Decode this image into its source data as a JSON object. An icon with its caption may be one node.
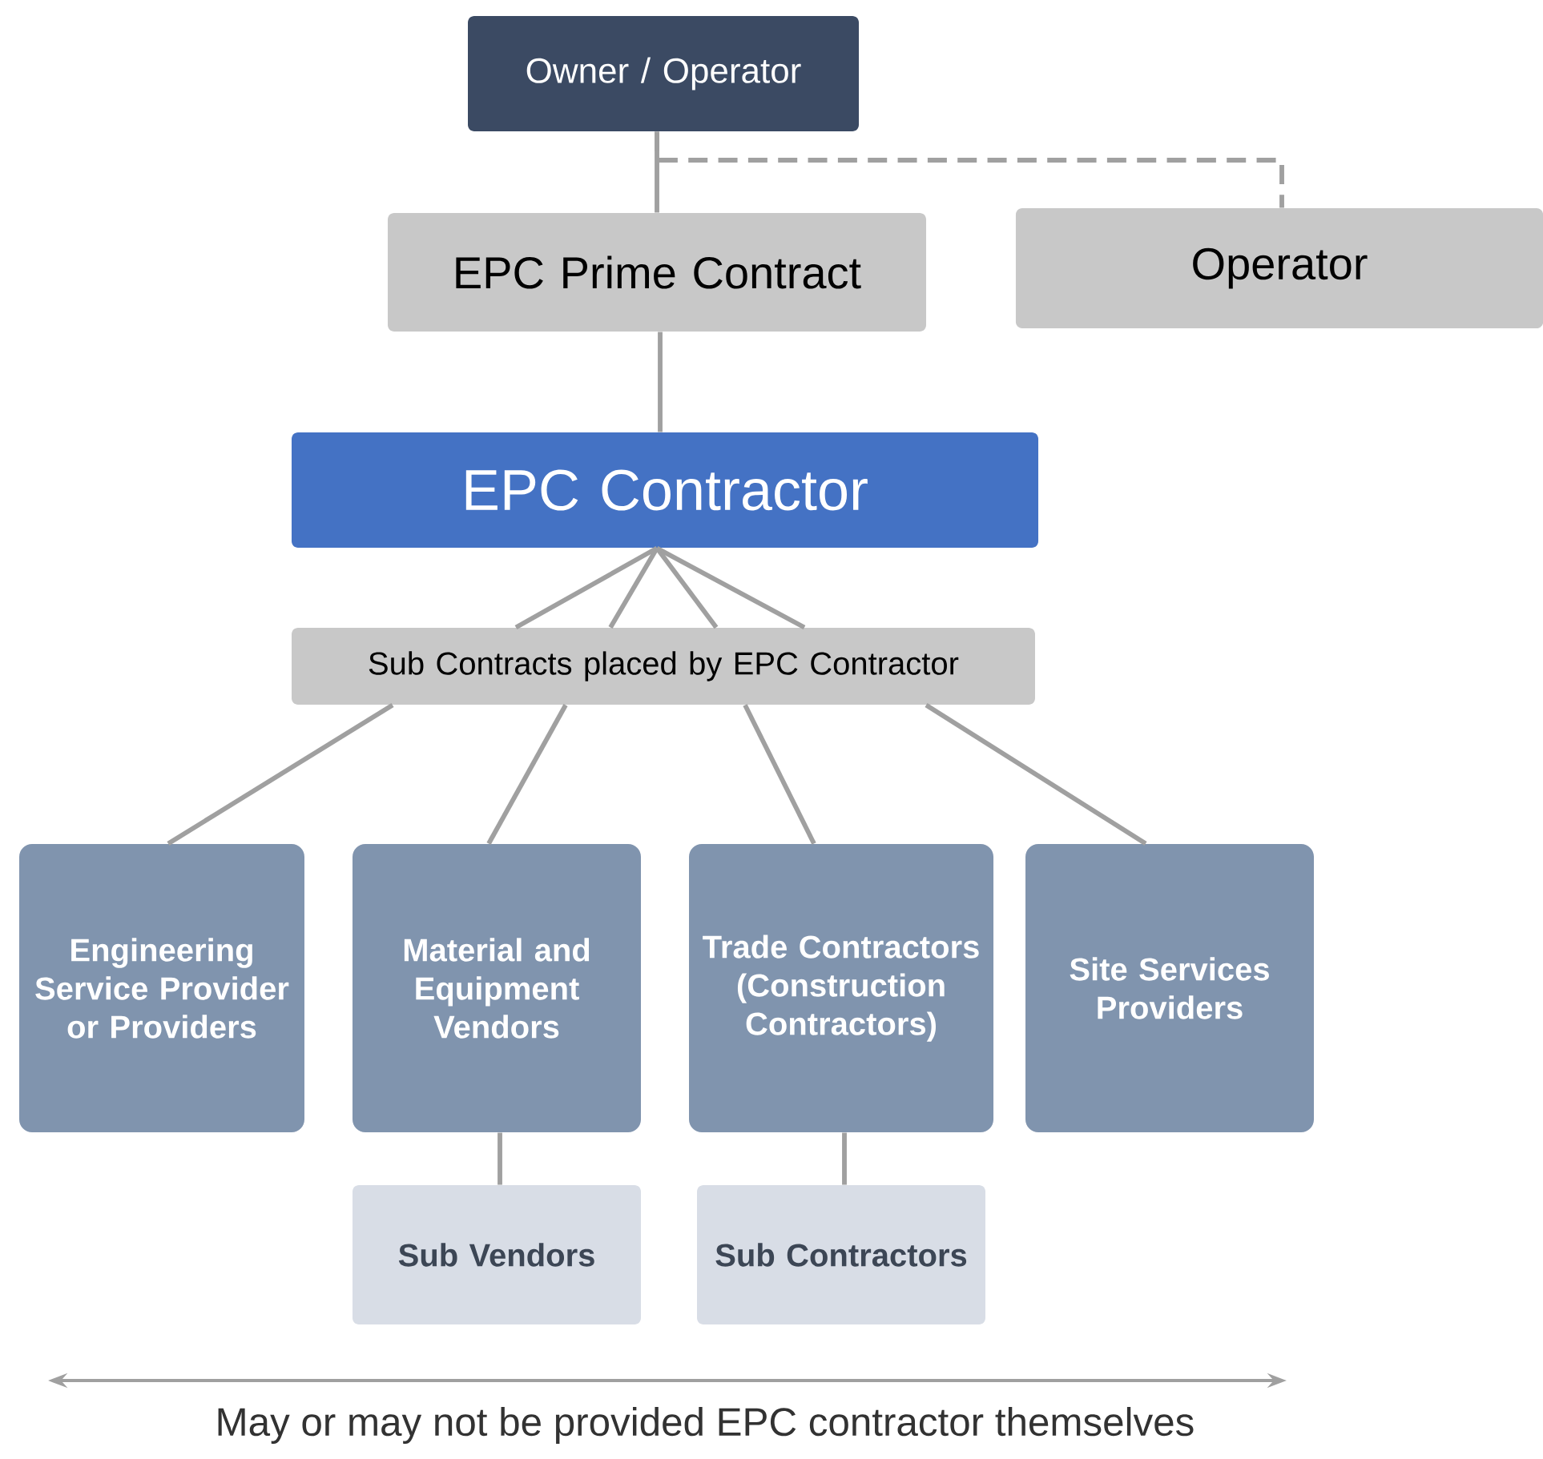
{
  "diagram": {
    "nodes": [
      {
        "text": [
          "Owner / Operator"
        ]
      },
      {
        "text": [
          "EPC Prime Contract"
        ]
      },
      {
        "text": [
          "Operator"
        ]
      },
      {
        "text": [
          "EPC Contractor"
        ]
      },
      {
        "text": [
          "Sub Contracts placed by EPC Contractor"
        ]
      },
      {
        "text": [
          "Engineering Service Provider or Providers"
        ]
      },
      {
        "text": [
          "Material and Equipment Vendors"
        ]
      },
      {
        "text": [
          "Trade Contractors (Construction Contractors)"
        ]
      },
      {
        "text": [
          "Site Services Providers"
        ]
      },
      {
        "text": [
          "Sub Vendors"
        ]
      },
      {
        "text": [
          "Sub Contractors"
        ]
      }
    ],
    "edges": [
      {
        "from": 0,
        "to": 1,
        "arrow": "none"
      },
      {
        "from": 0,
        "to": 2,
        "arrow": "none",
        "style": "dashed"
      },
      {
        "from": 1,
        "to": 3,
        "arrow": "none"
      },
      {
        "from": 3,
        "to": 4,
        "arrow": "none"
      },
      {
        "from": 3,
        "to": 4,
        "arrow": "none"
      },
      {
        "from": 3,
        "to": 4,
        "arrow": "none"
      },
      {
        "from": 3,
        "to": 4,
        "arrow": "none"
      },
      {
        "from": 4,
        "to": 5,
        "arrow": "none"
      },
      {
        "from": 4,
        "to": 6,
        "arrow": "none"
      },
      {
        "from": 4,
        "to": 7,
        "arrow": "none"
      },
      {
        "from": 4,
        "to": 8,
        "arrow": "none"
      },
      {
        "from": 6,
        "to": 9,
        "arrow": "none"
      },
      {
        "from": 7,
        "to": 10,
        "arrow": "none"
      }
    ],
    "labels": [
      "May or may not be provided EPC contractor themselves"
    ]
  }
}
